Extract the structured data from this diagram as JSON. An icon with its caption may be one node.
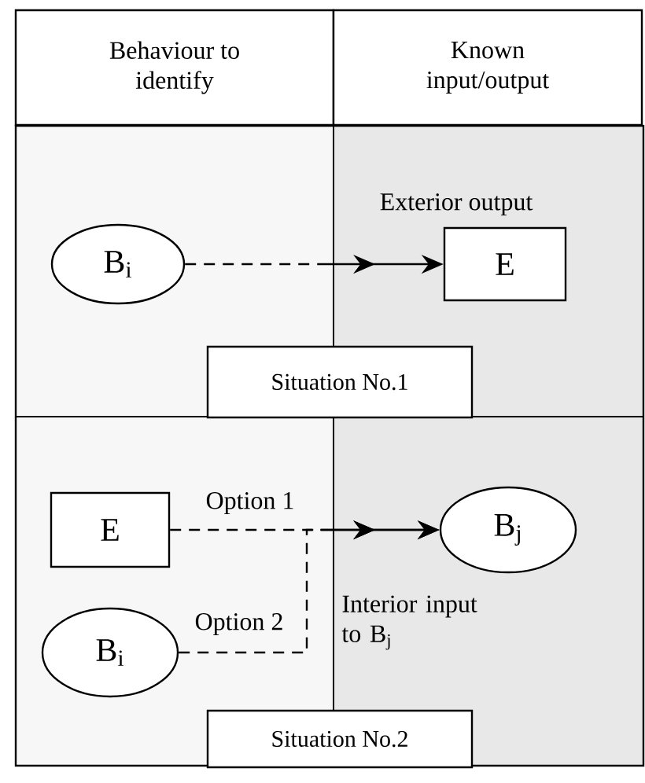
{
  "diagram": {
    "nodes": [
      {
        "text": [
          "Behaviour to identify"
        ]
      },
      {
        "text": [
          "Known input/output"
        ]
      },
      {
        "text": [
          "B$_{i}$"
        ]
      },
      {
        "text": [
          "E"
        ]
      },
      {
        "text": [
          "Situation No.1"
        ]
      },
      {
        "text": [
          "E"
        ]
      },
      {
        "text": [
          "B$_{i}$"
        ]
      },
      {
        "text": [
          "B$_{j}$"
        ]
      },
      {
        "text": [
          "Situation No.2"
        ]
      }
    ],
    "edges": [
      {
        "from": 2,
        "to": 3,
        "arrow": "to",
        "style": "dashed",
        "label": "Exterior output"
      },
      {
        "from": 5,
        "to": 7,
        "arrow": "to",
        "style": "dashed",
        "label": "Option 1"
      },
      {
        "from": 6,
        "to": 7,
        "arrow": "to",
        "style": "dashed",
        "label": "Option 2"
      }
    ],
    "labels": [
      "Interior input to B$_{j}$"
    ]
  }
}
